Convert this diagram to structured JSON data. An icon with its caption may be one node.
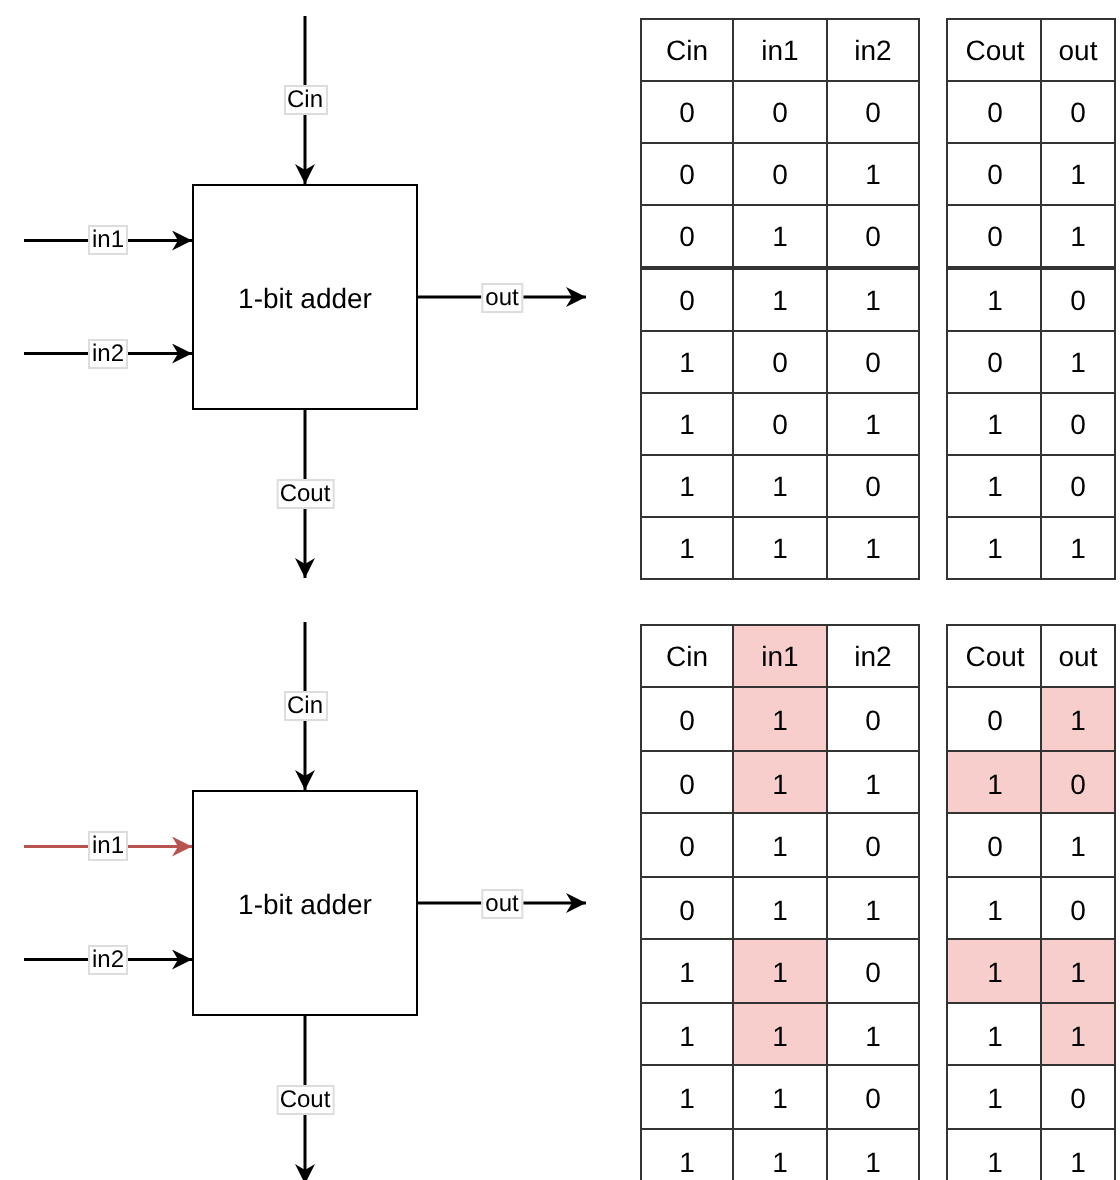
{
  "diagram": {
    "nodes": [
      {
        "text": [
          "1-bit adder"
        ]
      },
      {
        "text": [
          "1-bit adder"
        ]
      }
    ],
    "edges": [
      {
        "from": null,
        "to": 0,
        "arrow": "to",
        "label": "Cin"
      },
      {
        "from": null,
        "to": 0,
        "arrow": "to",
        "label": "in1"
      },
      {
        "from": null,
        "to": 0,
        "arrow": "to",
        "label": "in2"
      },
      {
        "from": 0,
        "to": null,
        "arrow": "to",
        "label": "out"
      },
      {
        "from": 0,
        "to": null,
        "arrow": "to",
        "label": "Cout"
      },
      {
        "from": null,
        "to": 1,
        "arrow": "to",
        "label": "Cin"
      },
      {
        "from": null,
        "to": 1,
        "arrow": "to",
        "label": "in1",
        "color": "#b85450"
      },
      {
        "from": null,
        "to": 1,
        "arrow": "to",
        "label": "in2"
      },
      {
        "from": 1,
        "to": null,
        "arrow": "to",
        "label": "out"
      },
      {
        "from": 1,
        "to": null,
        "arrow": "to",
        "label": "Cout"
      }
    ],
    "labels": [
      "Cin",
      "in1",
      "in2",
      "Cout",
      "out",
      "0",
      "0",
      "0",
      "0",
      "0",
      "0",
      "0",
      "1",
      "0",
      "1",
      "0",
      "1",
      "0",
      "0",
      "1",
      "0",
      "1",
      "1",
      "1",
      "0",
      "1",
      "0",
      "0",
      "0",
      "1",
      "1",
      "0",
      "1",
      "1",
      "0",
      "1",
      "1",
      "0",
      "1",
      "0",
      "1",
      "1",
      "1",
      "1",
      "1",
      "Cin",
      "in1",
      "in2",
      "Cout",
      "out",
      "0",
      "1",
      "0",
      "0",
      "1",
      "0",
      "1",
      "1",
      "1",
      "0",
      "0",
      "1",
      "0",
      "0",
      "1",
      "0",
      "1",
      "1",
      "1",
      "0",
      "1",
      "1",
      "0",
      "1",
      "1",
      "1",
      "1",
      "1",
      "1",
      "1",
      "1",
      "1",
      "0",
      "1",
      "0",
      "1",
      "1",
      "1",
      "1",
      "1"
    ]
  }
}
